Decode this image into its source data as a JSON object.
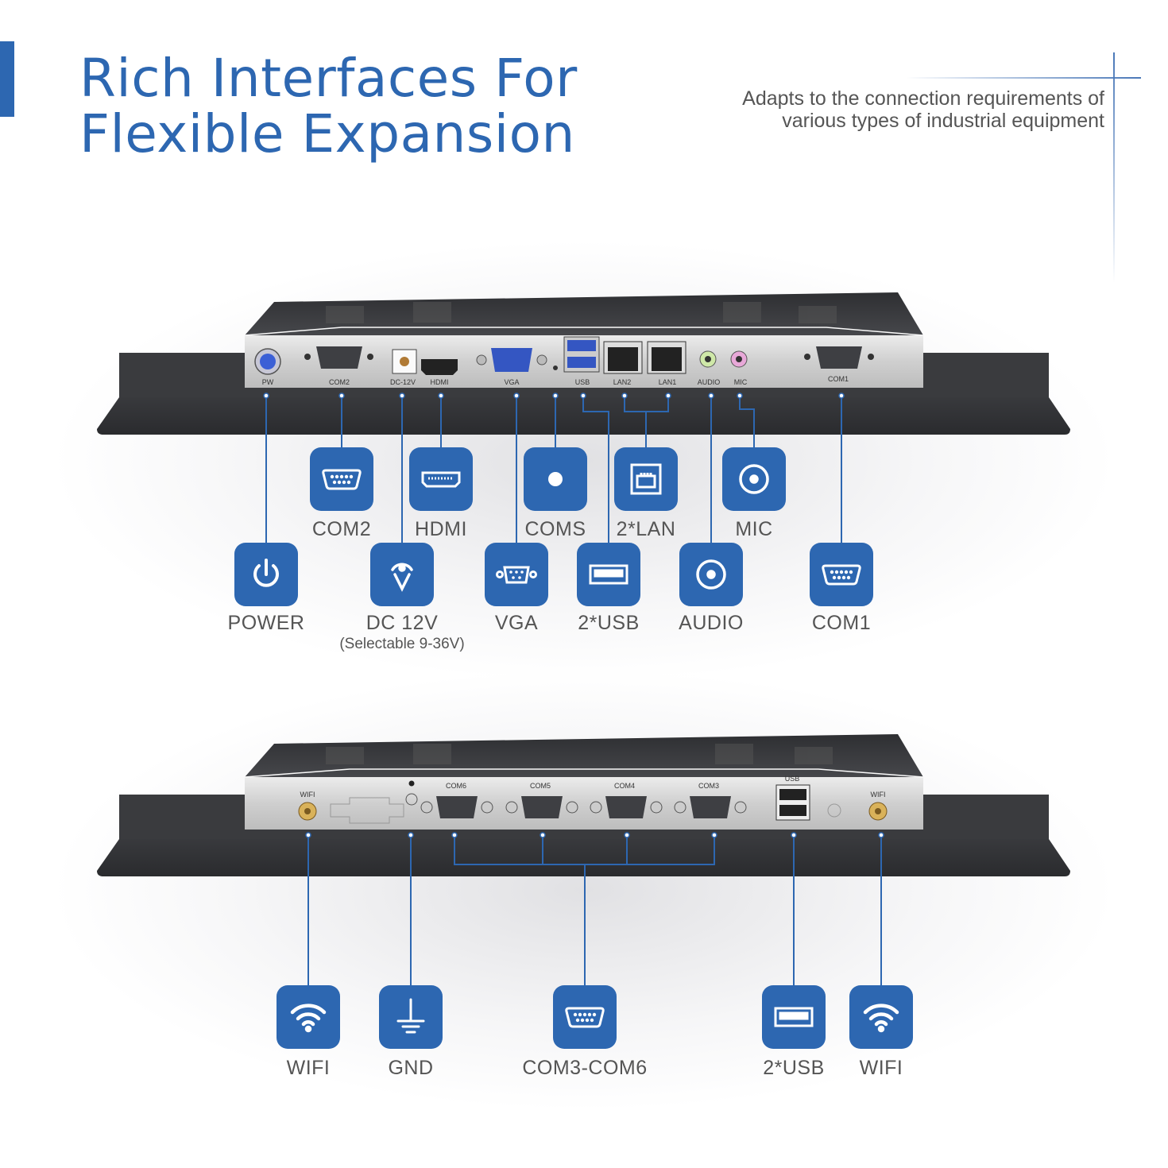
{
  "header": {
    "title_line1": "Rich Interfaces For",
    "title_line2": "Flexible Expansion",
    "subtitle_line1": "Adapts to the connection requirements of",
    "subtitle_line2": "various types of industrial equipment"
  },
  "colors": {
    "accent": "#2d67b1",
    "panel": "#3a3b3e",
    "port_plate": "#d9d9d9"
  },
  "top_device": {
    "port_labels": {
      "pw": "PW",
      "com2": "COM2",
      "dc12v": "DC-12V",
      "hdmi": "HDMI",
      "vga": "VGA",
      "usb": "USB",
      "lan2": "LAN2",
      "lan1": "LAN1",
      "audio": "AUDIO",
      "mic": "MIC",
      "com1": "COM1"
    },
    "callouts": [
      {
        "id": "power",
        "label": "POWER",
        "icon": "power-icon"
      },
      {
        "id": "com2",
        "label": "COM2",
        "icon": "serial-port-icon"
      },
      {
        "id": "hdmi",
        "label": "HDMI",
        "icon": "hdmi-icon"
      },
      {
        "id": "dc12v",
        "label": "DC 12V",
        "sublabel": "(Selectable 9-36V)",
        "icon": "dc-power-icon"
      },
      {
        "id": "vga",
        "label": "VGA",
        "icon": "vga-icon"
      },
      {
        "id": "coms",
        "label": "COMS",
        "icon": "button-dot-icon"
      },
      {
        "id": "usb",
        "label": "2*USB",
        "icon": "usb-icon"
      },
      {
        "id": "lan",
        "label": "2*LAN",
        "icon": "ethernet-icon"
      },
      {
        "id": "audio",
        "label": "AUDIO",
        "icon": "audio-jack-icon"
      },
      {
        "id": "mic",
        "label": "MIC",
        "icon": "mic-jack-icon"
      },
      {
        "id": "com1",
        "label": "COM1",
        "icon": "serial-port-icon"
      }
    ]
  },
  "bottom_device": {
    "port_labels": {
      "wifi_left": "WIFI",
      "com6": "COM6",
      "com5": "COM5",
      "com4": "COM4",
      "com3": "COM3",
      "usb": "USB",
      "wifi_right": "WIFI"
    },
    "callouts": [
      {
        "id": "wifi-left",
        "label": "WIFI",
        "icon": "wifi-icon"
      },
      {
        "id": "gnd",
        "label": "GND",
        "icon": "ground-icon"
      },
      {
        "id": "com3-com6",
        "label": "COM3-COM6",
        "icon": "serial-port-icon"
      },
      {
        "id": "usb",
        "label": "2*USB",
        "icon": "usb-icon"
      },
      {
        "id": "wifi-right",
        "label": "WIFI",
        "icon": "wifi-icon"
      }
    ]
  }
}
